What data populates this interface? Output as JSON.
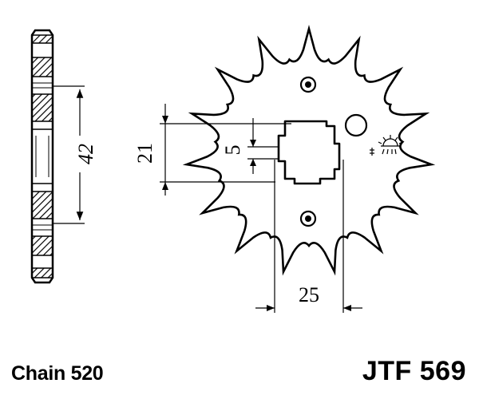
{
  "caption": {
    "chain": "Chain 520",
    "part_number": "JTF 569"
  },
  "dimensions": {
    "pitch_circle": "42",
    "offset": "21",
    "spline_depth": "5",
    "bore": "25"
  },
  "sprocket": {
    "teeth": 15
  },
  "icons": {
    "rotation_symbol": "sun-rotation-icon"
  }
}
